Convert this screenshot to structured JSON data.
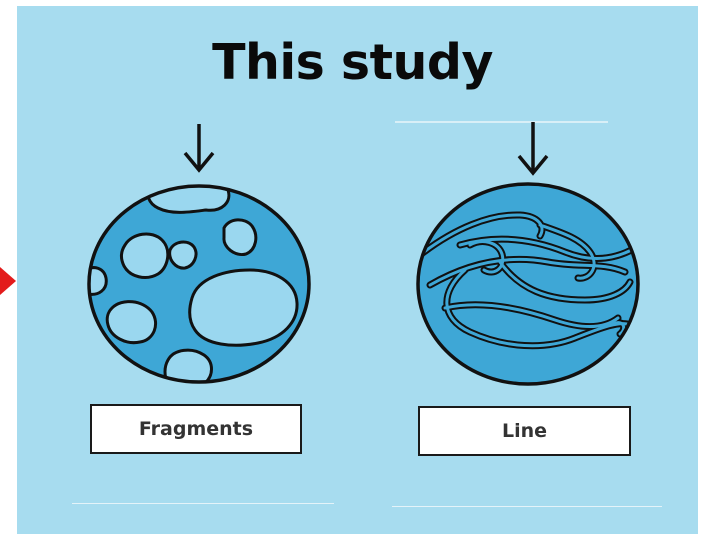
{
  "title": "This study",
  "panels": [
    {
      "label": "Fragments",
      "icon": "fragments-circle-icon"
    },
    {
      "label": "Line",
      "icon": "fibers-circle-icon"
    }
  ],
  "colors": {
    "background_panel": "#a7dcef",
    "circle_fill": "#3ea7d6",
    "fragment_fill": "#9ad7ef",
    "outline": "#111111",
    "red_pointer": "#e31b1b"
  }
}
